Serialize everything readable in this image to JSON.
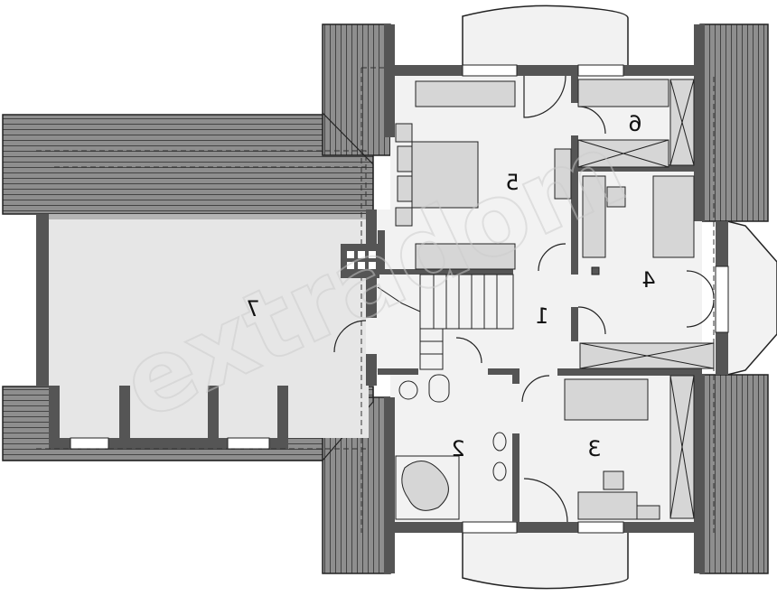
{
  "plan": {
    "rooms": [
      {
        "id": "attic",
        "label": "7"
      },
      {
        "id": "hall",
        "label": "1"
      },
      {
        "id": "bathroom",
        "label": "2"
      },
      {
        "id": "bedroom-3",
        "label": "3"
      },
      {
        "id": "room-4",
        "label": "4"
      },
      {
        "id": "bedroom-5",
        "label": "5"
      },
      {
        "id": "closet-6",
        "label": "6"
      }
    ],
    "watermark": "extradom"
  },
  "colors": {
    "wall": "#555555",
    "roof": "#8e8e8e",
    "floor": "#f2f2f2",
    "atticFloor": "#e6e6e6",
    "furniture": "#d6d6d6",
    "window": "#ffffff",
    "stroke": "#222222"
  }
}
